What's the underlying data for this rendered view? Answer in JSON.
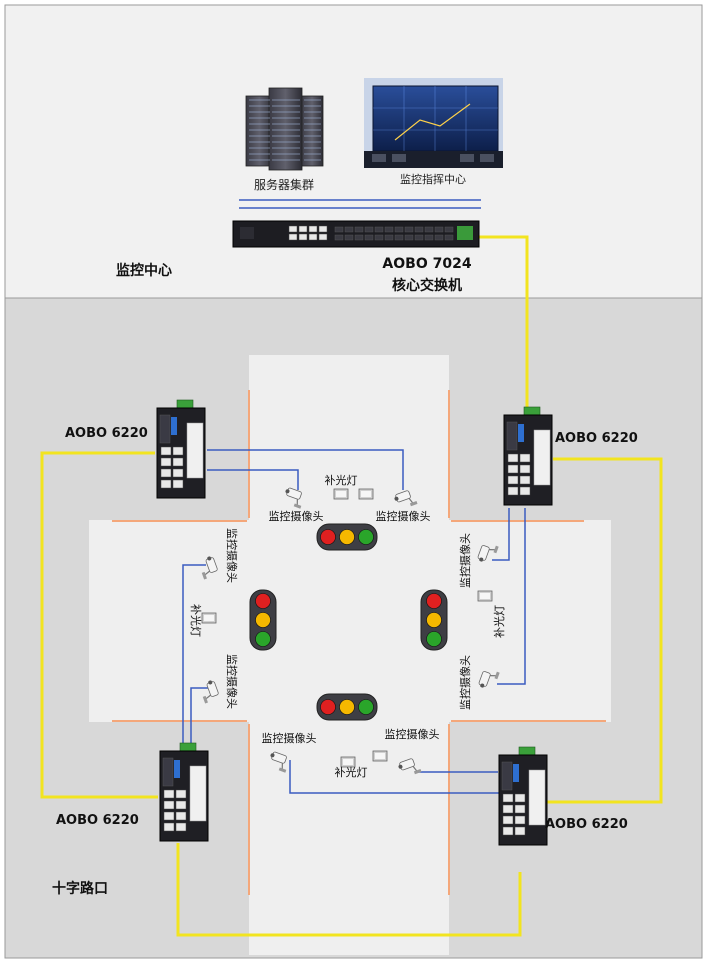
{
  "zones": {
    "monitor_center_label": "监控中心",
    "intersection_label": "十字路口"
  },
  "center": {
    "server_cluster_label": "服务器集群",
    "command_center_label": "监控指挥中心",
    "core_switch_model": "AOBO 7024",
    "core_switch_role": "核心交换机"
  },
  "switches": {
    "nw": "AOBO 6220",
    "ne": "AOBO 6220",
    "sw": "AOBO 6220",
    "se": "AOBO 6220"
  },
  "devices": {
    "camera_label": "监控摄像头",
    "fill_light_label": "补光灯"
  },
  "colors": {
    "fiber": "#f2e41f",
    "ethernet": "#3a5cc0",
    "road_edge": "#f4a77a",
    "light_red": "#e02020",
    "light_yellow": "#f5b800",
    "light_green": "#2aa52a"
  }
}
